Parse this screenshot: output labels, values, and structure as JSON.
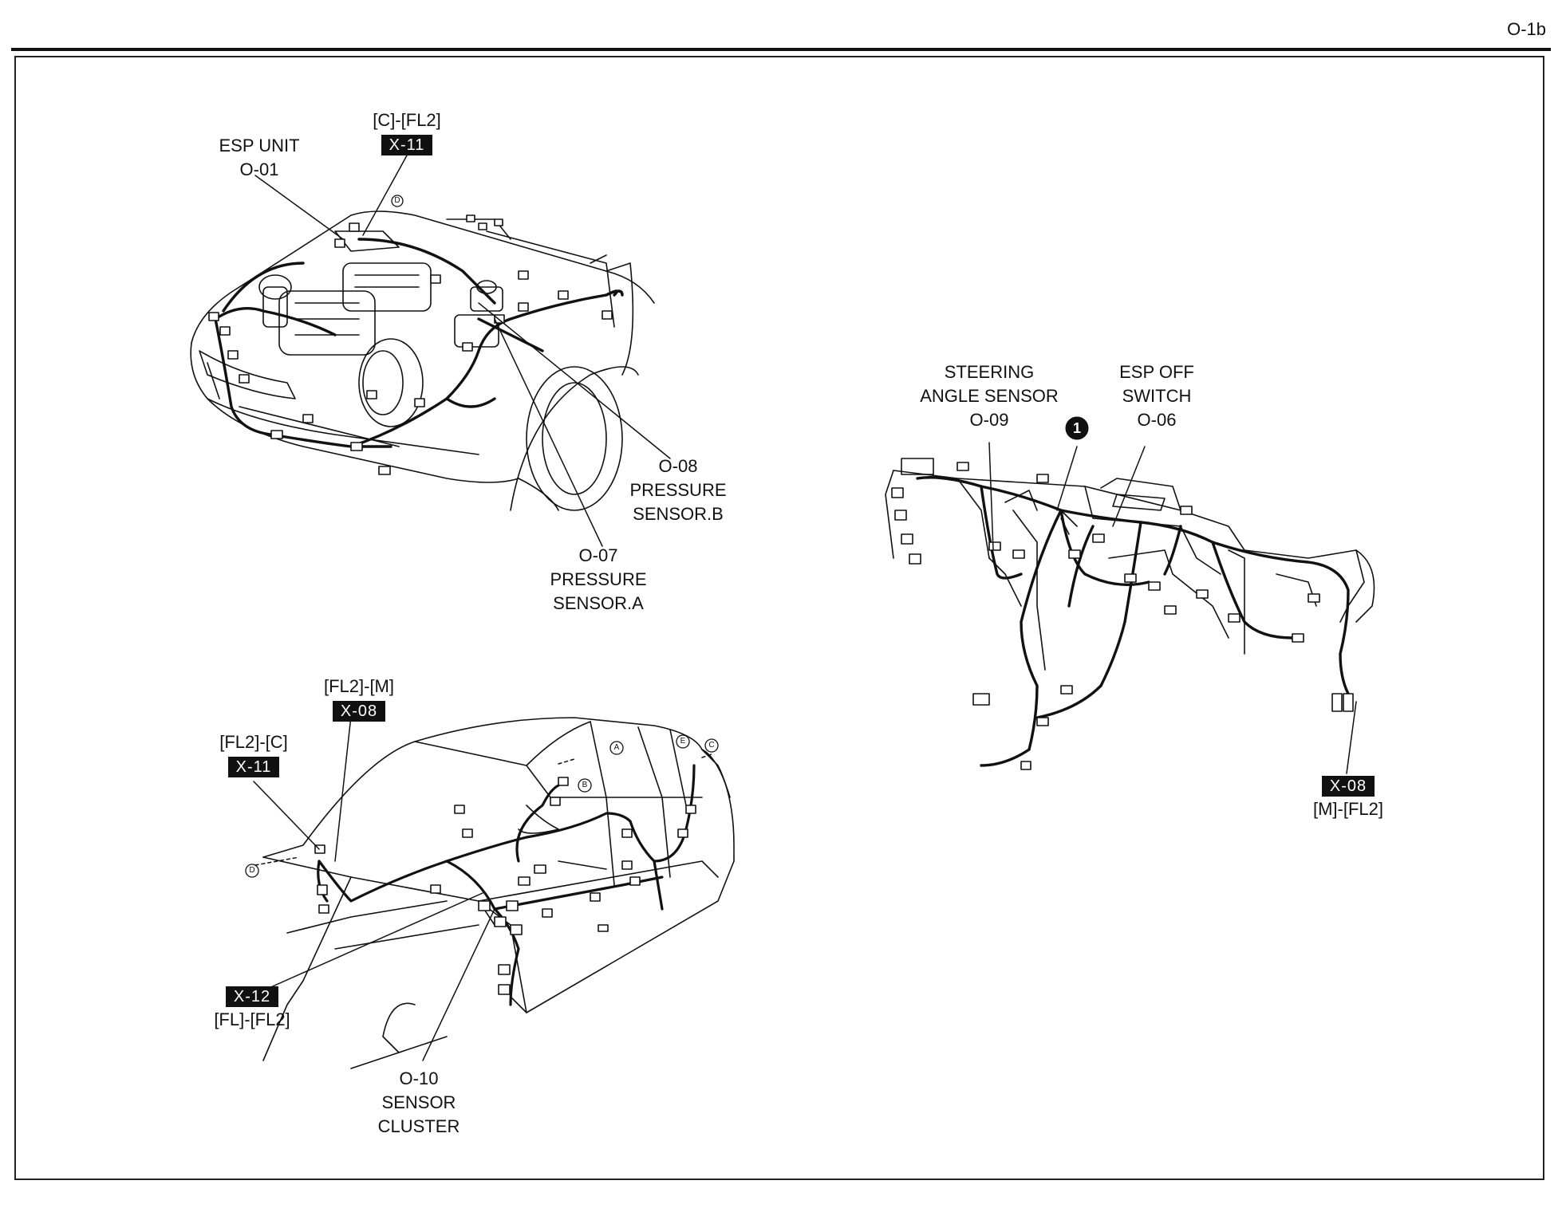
{
  "page": {
    "id": "O-1b"
  },
  "engine_bay": {
    "esp_unit": {
      "name": "ESP UNIT",
      "code": "O-01"
    },
    "connector_top": {
      "route": "[C]-[FL2]",
      "tag": "X-11"
    },
    "pressure_b": {
      "code": "O-08",
      "line1": "PRESSURE",
      "line2": "SENSOR.B"
    },
    "pressure_a": {
      "code": "O-07",
      "line1": "PRESSURE",
      "line2": "SENSOR.A"
    },
    "point_marker": "D"
  },
  "dashboard": {
    "steering": {
      "line1": "STEERING",
      "line2": "ANGLE SENSOR",
      "code": "O-09"
    },
    "esp_off": {
      "line1": "ESP OFF",
      "line2": "SWITCH",
      "code": "O-06"
    },
    "callout": "1",
    "connector": {
      "tag": "X-08",
      "route": "[M]-[FL2]"
    }
  },
  "body": {
    "conn_x08": {
      "route": "[FL2]-[M]",
      "tag": "X-08"
    },
    "conn_x11": {
      "route": "[FL2]-[C]",
      "tag": "X-11"
    },
    "conn_x12": {
      "tag": "X-12",
      "route": "[FL]-[FL2]"
    },
    "sensor_cluster": {
      "code": "O-10",
      "line1": "SENSOR",
      "line2": "CLUSTER"
    },
    "markers": {
      "a": "A",
      "b": "B",
      "c": "C",
      "d": "D",
      "e": "E"
    }
  }
}
